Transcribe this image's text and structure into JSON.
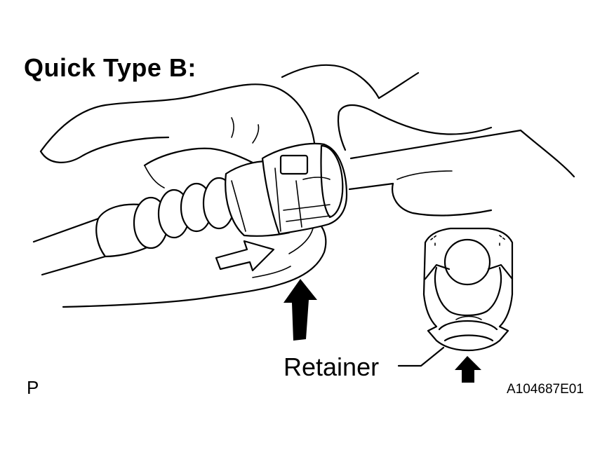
{
  "title": "Quick Type B:",
  "callouts": {
    "retainer": "Retainer"
  },
  "corner_mark": "P",
  "figure_code": "A104687E01",
  "icons": [
    "hand-illustration",
    "fuel-hose",
    "quick-connector",
    "push-arrow",
    "up-arrow",
    "connector-end-view"
  ]
}
